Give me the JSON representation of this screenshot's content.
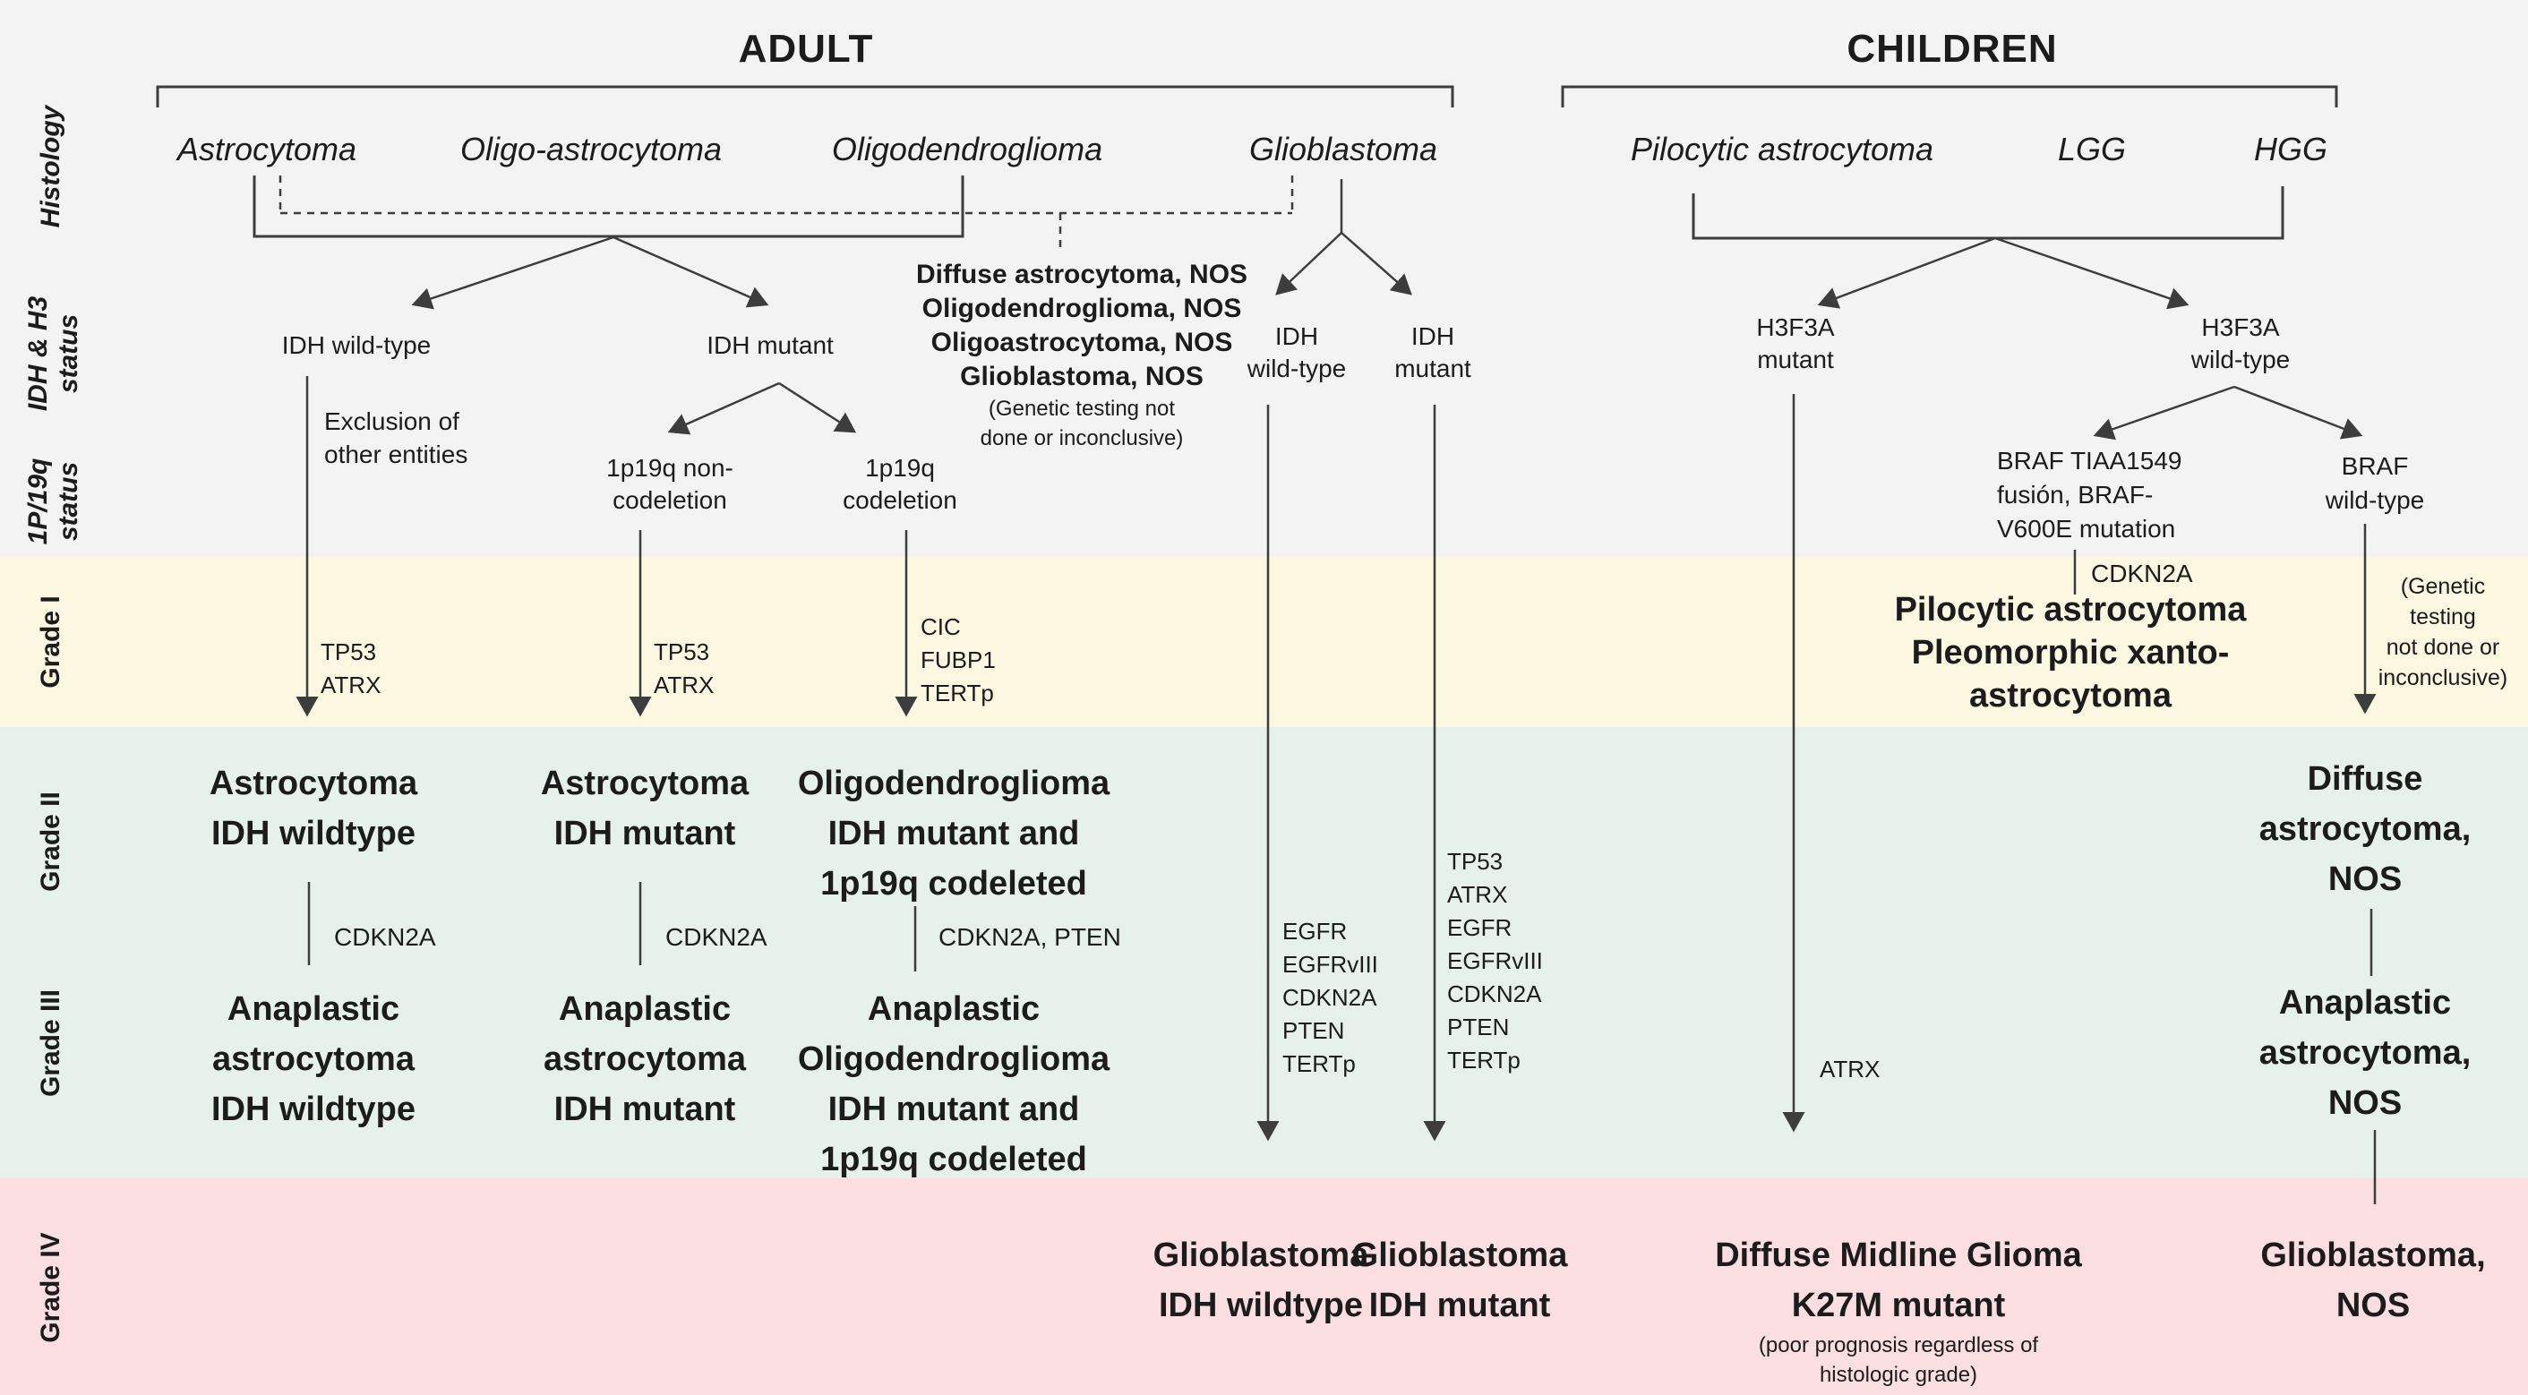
{
  "header": {
    "adult": "ADULT",
    "children": "CHILDREN"
  },
  "sidebar": {
    "histology": "Histology",
    "idh_h3": "IDH & H3\nstatus",
    "p19q": "1P/19q\nstatus",
    "grade1": "Grade I",
    "grade2": "Grade II",
    "grade3": "Grade III",
    "grade4": "Grade IV"
  },
  "histology_row": {
    "astrocytoma": "Astrocytoma",
    "oligo_astrocytoma": "Oligo-astrocytoma",
    "oligodendroglioma": "Oligodendroglioma",
    "glioblastoma": "Glioblastoma",
    "pilocytic_astrocytoma": "Pilocytic astrocytoma",
    "lgg": "LGG",
    "hgg": "HGG"
  },
  "adult": {
    "idh_wildtype": "IDH wild-type",
    "idh_mutant": "IDH mutant",
    "exclusion": "Exclusion of\nother entities",
    "p19q_non": "1p19q non-\ncodeletion",
    "p19q_co": "1p19q\ncodeletion",
    "tp53_atrx": "TP53\nATRX",
    "cic_list": "CIC\nFUBP1\nTERTp",
    "nos_block": "Diffuse astrocytoma, NOS\nOligodendroglioma, NOS\nOligoastrocytoma, NOS\nGlioblastoma, NOS",
    "nos_note": "(Genetic testing not\ndone or inconclusive)",
    "gbm_idh_wildtype": "IDH\nwild-type",
    "gbm_idh_mutant": "IDH\nmutant",
    "genes_wildtype": "EGFR\nEGFRvIII\nCDKN2A\nPTEN\nTERTp",
    "genes_mutant": "TP53\nATRX\nEGFR\nEGFRvIII\nCDKN2A\nPTEN\nTERTp",
    "grade2_col1": "Astrocytoma\nIDH wildtype",
    "grade2_col2": "Astrocytoma\nIDH mutant",
    "grade2_col3": "Oligodendroglioma\nIDH mutant and\n1p19q codeleted",
    "cdkn2a": "CDKN2A",
    "cdkn2a_pten": "CDKN2A, PTEN",
    "grade3_col1": "Anaplastic\nastrocytoma\nIDH wildtype",
    "grade3_col2": "Anaplastic\nastrocytoma\nIDH mutant",
    "grade3_col3": "Anaplastic\nOligodendroglioma\nIDH mutant and\n1p19q codeleted",
    "grade4_col1": "Glioblastoma\nIDH wildtype",
    "grade4_col2": "Glioblastoma\nIDH mutant"
  },
  "children": {
    "h3f3a_mutant": "H3F3A\nmutant",
    "h3f3a_wildtype": "H3F3A\nwild-type",
    "braf_fusion": "BRAF TIAA1549\nfusión, BRAF-\nV600E mutation",
    "braf_wildtype": "BRAF\nwild-type",
    "cdkn2a": "CDKN2A",
    "genetic_note": "(Genetic testing\nnot done or\ninconclusive)",
    "pilocytic_block": "Pilocytic astrocytoma\nPleomorphic xanto-astrocytoma",
    "atrx": "ATRX",
    "diffuse_nos": "Diffuse\nastrocytoma,\nNOS",
    "anaplastic_nos": "Anaplastic\nastrocytoma,\nNOS",
    "dmg": "Diffuse Midline Glioma\nK27M mutant",
    "dmg_note": "(poor prognosis regardless of\nhistologic grade)",
    "gbm_nos": "Glioblastoma, NOS"
  },
  "colors": {
    "band_top": "#f3f3f4",
    "band_grade1": "#fbf7e1",
    "band_grade23": "#e5f1ea",
    "band_grade4": "#fbdee2",
    "line": "#3d3d3d",
    "text": "#1c1c1c"
  }
}
